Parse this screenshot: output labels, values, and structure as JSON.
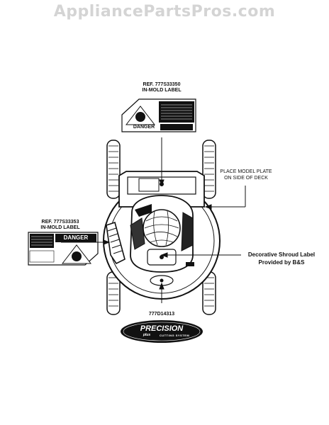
{
  "watermark": "AppliancePartsPros.com",
  "labels": {
    "top_ref_line1": "REF. 777S33350",
    "top_ref_line2": "IN-MOLD LABEL",
    "left_ref_line1": "REF. 777S33353",
    "left_ref_line2": "IN-MOLD LABEL",
    "model_plate_line1": "PLACE MODEL PLATE",
    "model_plate_line2": "ON SIDE OF DECK",
    "shroud_line1": "Decorative Shroud Label",
    "shroud_line2": "Provided by B&S",
    "part_number": "777D14313",
    "danger_left": "DANGER",
    "danger_top": "DANGER",
    "logo_text": "PRECISION",
    "logo_sub": "plus",
    "logo_tag": "CUTTING SYSTEM"
  }
}
